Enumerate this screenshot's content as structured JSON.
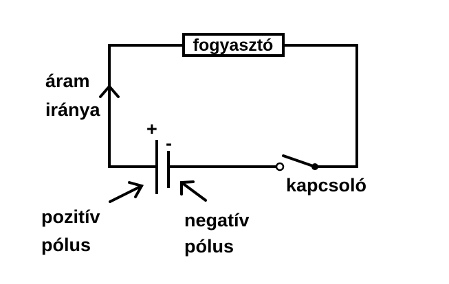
{
  "labels": {
    "load": "fogyasztó",
    "current_direction_line1": "áram",
    "current_direction_line2": "iránya",
    "plus_sign": "+",
    "minus_sign": "-",
    "switch": "kapcsoló",
    "positive_pole_line1": "pozitív",
    "positive_pole_line2": "pólus",
    "negative_pole_line1": "negatív",
    "negative_pole_line2": "pólus"
  },
  "colors": {
    "line": "#000000",
    "background": "#ffffff"
  }
}
